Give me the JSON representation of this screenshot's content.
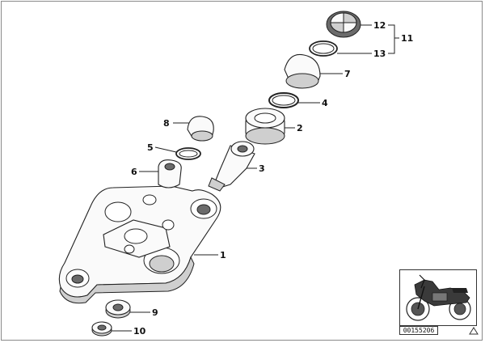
{
  "diagram": {
    "callouts": [
      {
        "id": "c1",
        "label": "1"
      },
      {
        "id": "c2",
        "label": "2"
      },
      {
        "id": "c3",
        "label": "3"
      },
      {
        "id": "c4",
        "label": "4"
      },
      {
        "id": "c5",
        "label": "5"
      },
      {
        "id": "c6",
        "label": "6"
      },
      {
        "id": "c7",
        "label": "7"
      },
      {
        "id": "c8",
        "label": "8"
      },
      {
        "id": "c9",
        "label": "9"
      },
      {
        "id": "c10",
        "label": "10"
      },
      {
        "id": "c11",
        "label": "11"
      },
      {
        "id": "c12",
        "label": "12"
      },
      {
        "id": "c13",
        "label": "13"
      }
    ],
    "catalog_number": "00155206"
  }
}
